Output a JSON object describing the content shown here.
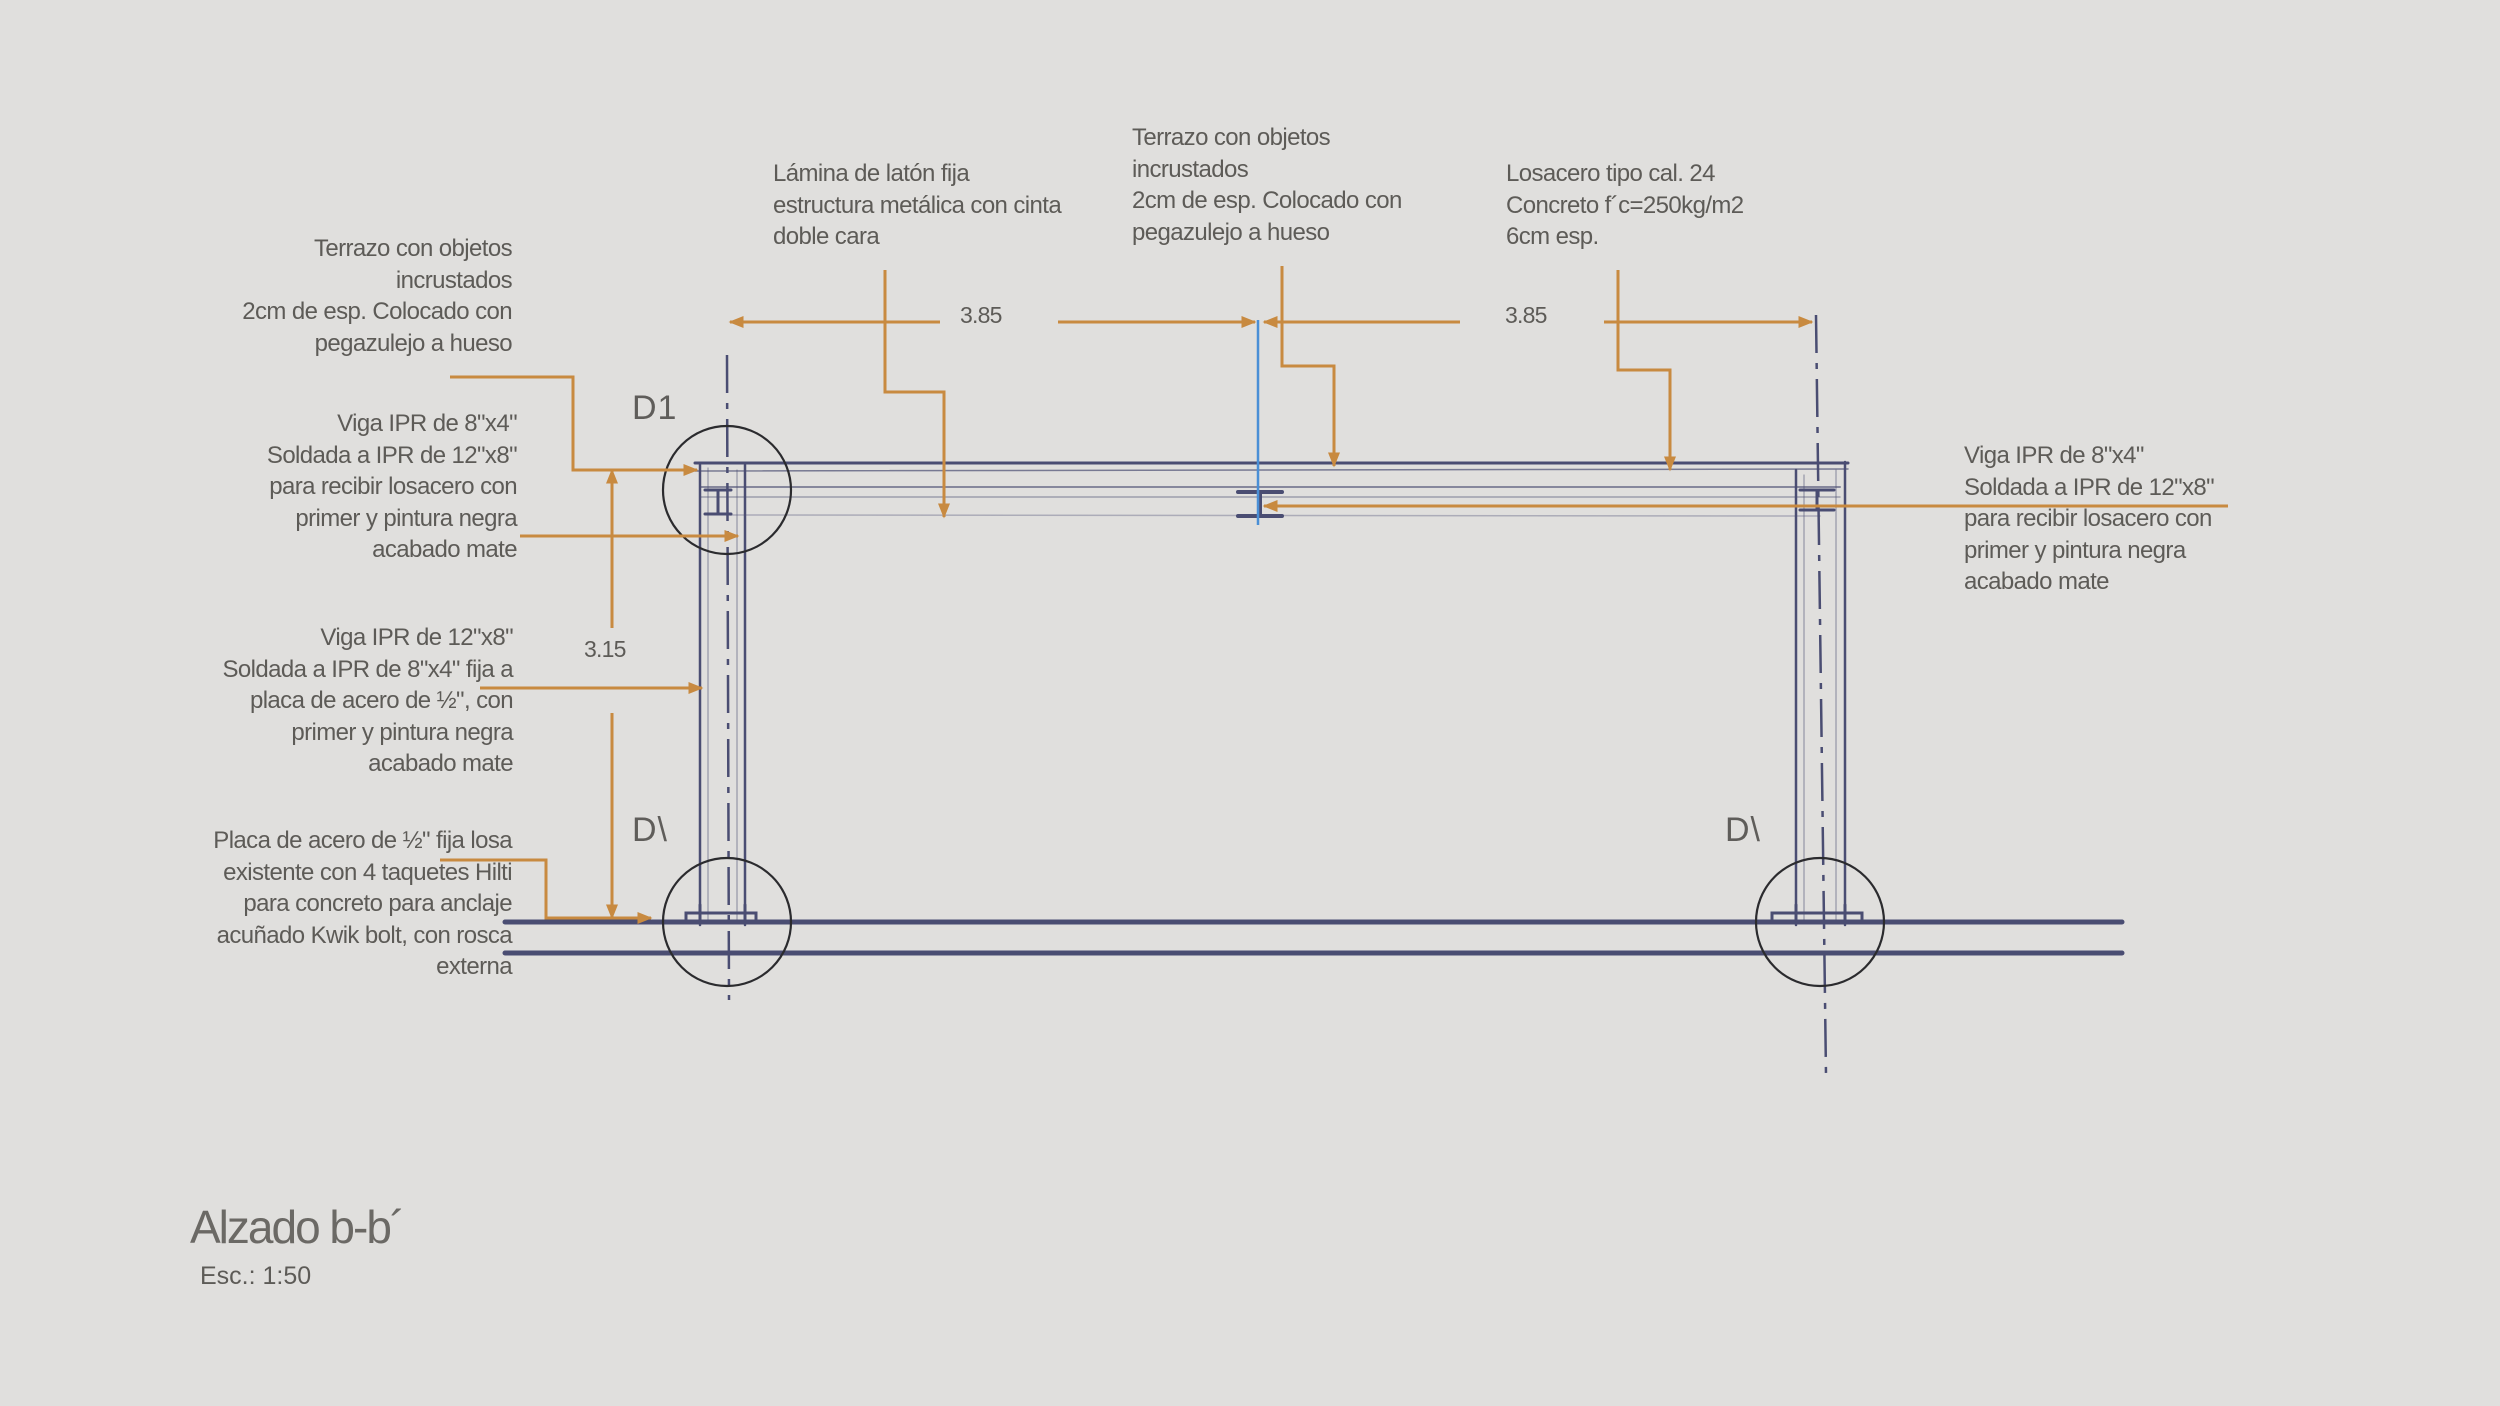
{
  "title": "Alzado b-b´",
  "scale": "Esc.: 1:50",
  "colors": {
    "background": "#e0dfdd",
    "leader": "#c88a40",
    "structure": "#4a4d72",
    "axis": "#4a8fd6",
    "text": "#5d5b57"
  },
  "dimensions": {
    "span_left": "3.85",
    "span_right": "3.85",
    "height": "3.15"
  },
  "details": {
    "top_left": "D1",
    "bottom_left": "D\\",
    "bottom_right": "D\\"
  },
  "notes": {
    "terrazo_left": [
      "Terrazo con objetos",
      "incrustados",
      "2cm de esp. Colocado con",
      "pegazulejo a hueso"
    ],
    "viga_8x4_left": [
      "Viga IPR de 8\"x4\"",
      "Soldada a IPR de 12\"x8\"",
      "para recibir losacero con",
      "primer y pintura negra",
      "acabado mate"
    ],
    "viga_12x8": [
      "Viga IPR de 12\"x8\"",
      "Soldada a IPR de 8\"x4\" fija a",
      "placa de acero de ½\", con",
      "primer y pintura negra",
      "acabado mate"
    ],
    "placa": [
      "Placa de acero de ½\" fija  losa",
      "existente con 4 taquetes Hilti",
      "para concreto para anclaje",
      "acuñado Kwik bolt, con rosca",
      "externa"
    ],
    "lamina": [
      "Lámina de latón fija",
      "estructura metálica con cinta",
      "doble cara"
    ],
    "terrazo_center": [
      "Terrazo con objetos",
      "incrustados",
      "2cm de esp. Colocado con",
      "pegazulejo a hueso"
    ],
    "losacero": [
      "Losacero tipo cal. 24",
      "Concreto f´c=250kg/m2",
      "6cm esp."
    ],
    "viga_8x4_right": [
      "Viga IPR de 8\"x4\"",
      "Soldada a IPR de 12\"x8\"",
      "para recibir losacero con",
      "primer y pintura negra",
      "acabado mate"
    ]
  }
}
